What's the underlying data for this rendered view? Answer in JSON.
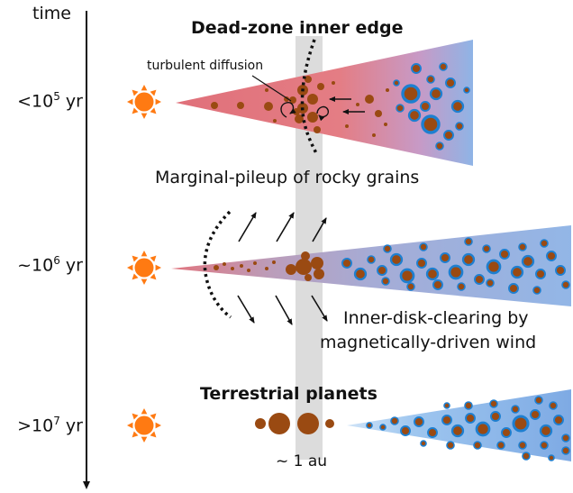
{
  "axis": {
    "label": "time"
  },
  "stages": [
    {
      "time_base": "<10",
      "time_exp": "5",
      "time_unit": " yr",
      "title": "Dead-zone inner edge",
      "caption": "Marginal-pileup of rocky grains",
      "note": "turbulent diffusion"
    },
    {
      "time_base": "~10",
      "time_exp": "6",
      "time_unit": " yr",
      "caption_line1": "Inner-disk-clearing by",
      "caption_line2": "magnetically-driven wind"
    },
    {
      "time_base": ">10",
      "time_exp": "7",
      "time_unit": " yr",
      "title": "Terrestrial planets"
    }
  ],
  "band_label": "~ 1 au",
  "colors": {
    "rocky_grain": "#9a4a12",
    "icy_mantle": "#1e7fd0",
    "disk_inner_red": "#e0707a",
    "disk_outer_blue": "#8fb4e6",
    "sun": "#ff7a12",
    "band": "#dcdcdc"
  },
  "icons": [
    "sun-icon",
    "arrow-icon",
    "dotted-boundary-icon"
  ]
}
